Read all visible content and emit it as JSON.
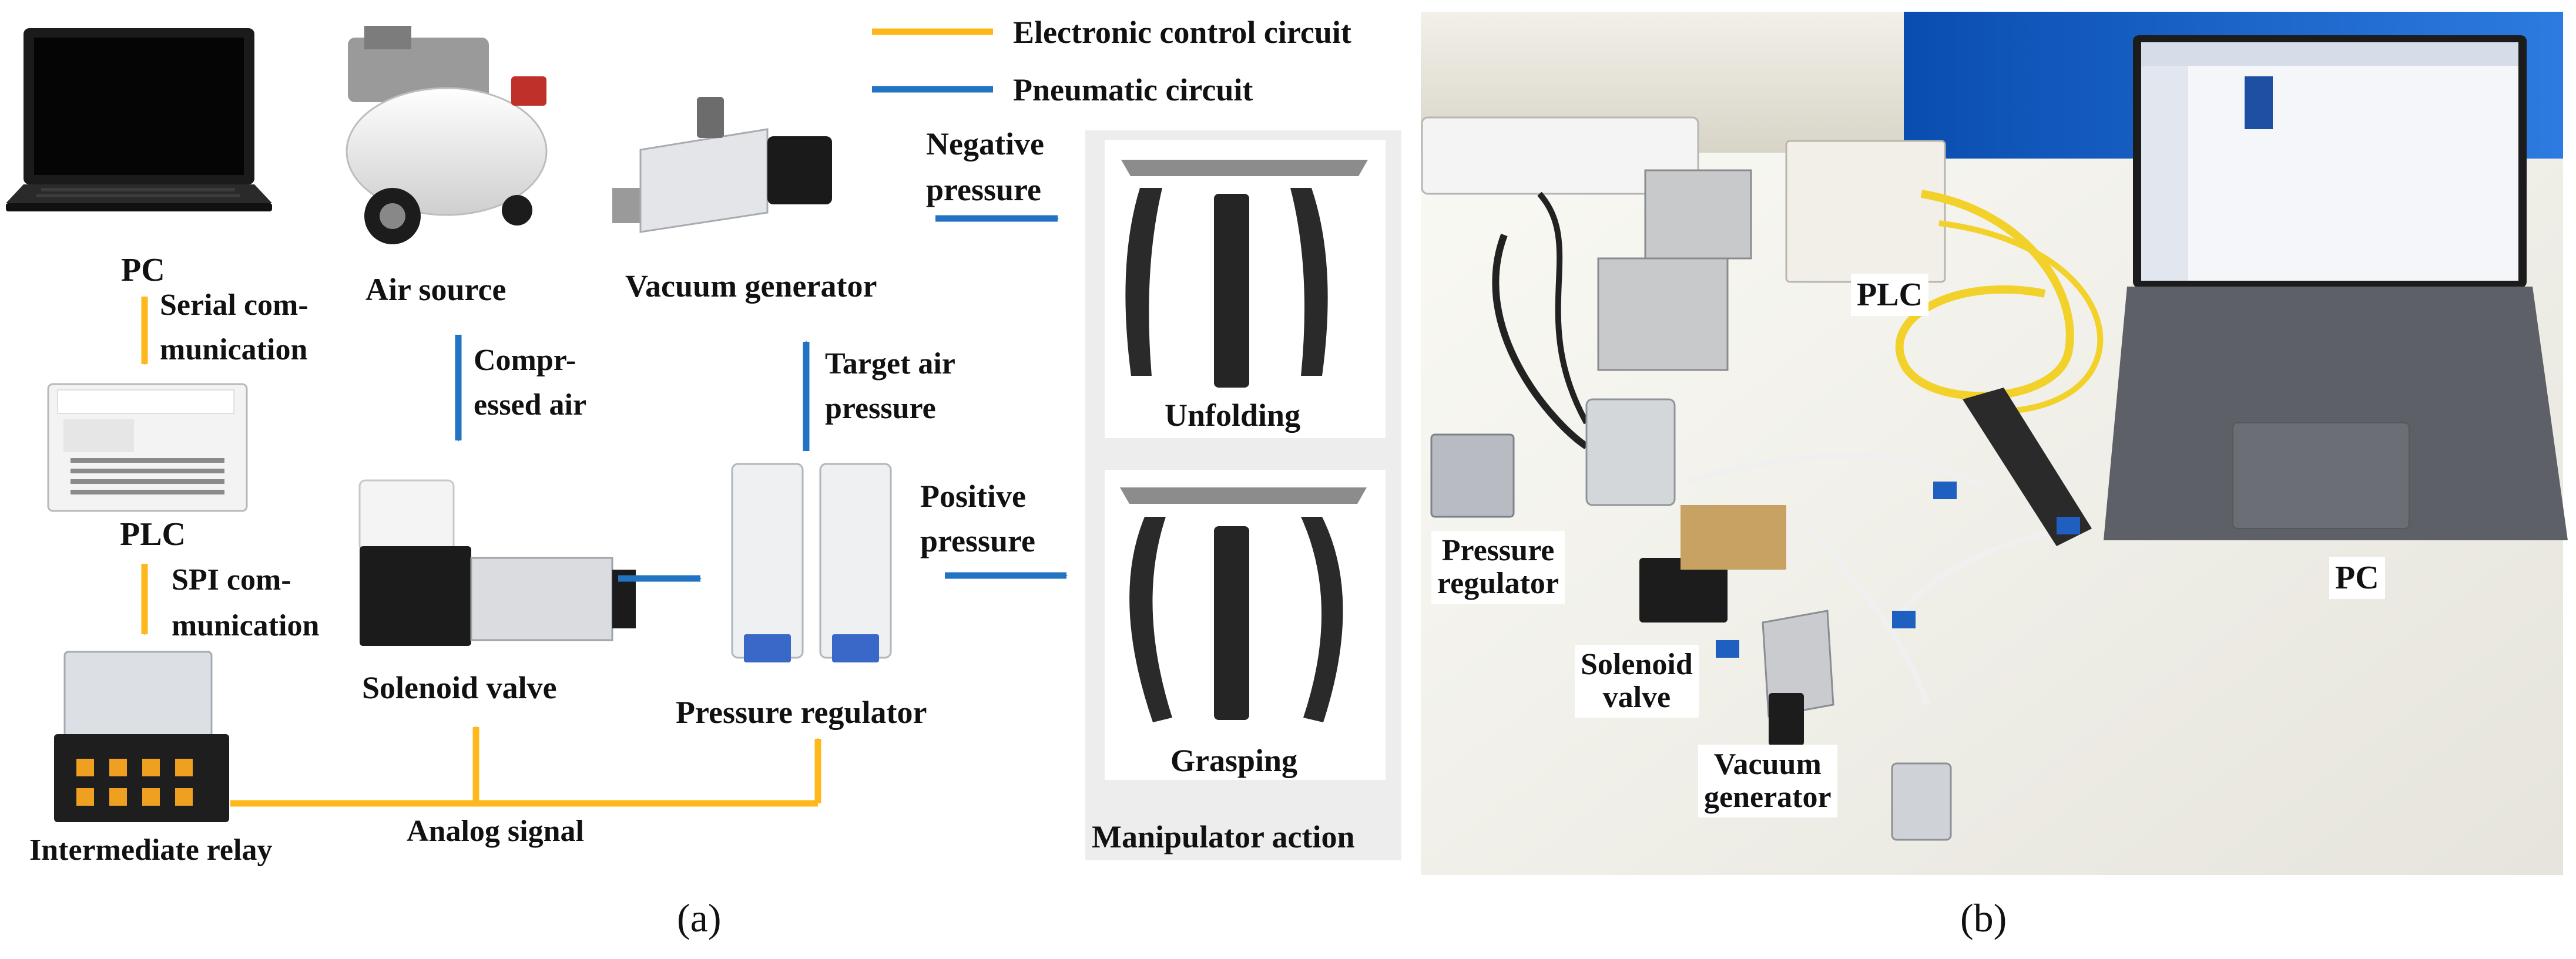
{
  "legend": {
    "electronic": "Electronic control circuit",
    "pneumatic": "Pneumatic circuit"
  },
  "colors": {
    "electronic": "#FFB81C",
    "pneumatic": "#2273C3",
    "panel_bg": "#EDEDED"
  },
  "panel_a": {
    "caption": "(a)",
    "pc": "PC",
    "serial_line1": "Serial com-",
    "serial_line2": "munication",
    "plc": "PLC",
    "spi_line1": "SPI com-",
    "spi_line2": "munication",
    "relay": "Intermediate relay",
    "analog": "Analog signal",
    "air_source": "Air source",
    "compressed_line1": "Compr-",
    "compressed_line2": "essed air",
    "solenoid": "Solenoid valve",
    "pressure_regulator": "Pressure regulator",
    "vacuum_generator": "Vacuum generator",
    "target_line1": "Target air",
    "target_line2": "pressure",
    "negative_line1": "Negative",
    "negative_line2": "pressure",
    "positive_line1": "Positive",
    "positive_line2": "pressure",
    "unfolding": "Unfolding",
    "grasping": "Grasping",
    "manipulator_action": "Manipulator action"
  },
  "panel_b": {
    "caption": "(b)",
    "plc": "PLC",
    "pc": "PC",
    "pressure_line1": "Pressure",
    "pressure_line2": "regulator",
    "solenoid_line1": "Solenoid",
    "solenoid_line2": "valve",
    "vacuum_line1": "Vacuum",
    "vacuum_line2": "generator"
  }
}
